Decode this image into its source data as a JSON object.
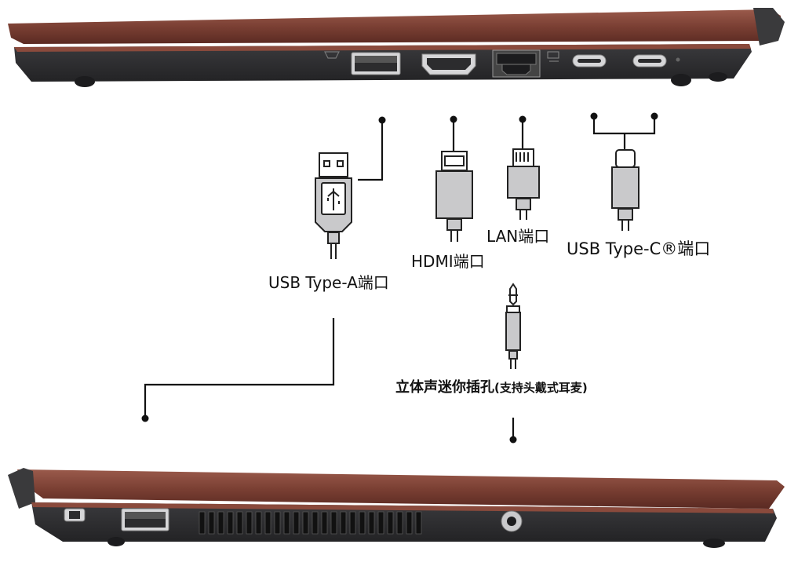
{
  "labels": {
    "usb_type_a": "USB Type-A端口",
    "hdmi": "HDMI端口",
    "lan": "LAN端口",
    "usb_type_c": "USB Type-C®端口",
    "audio_main": "立体声迷你插孔",
    "audio_sub": "(支持头戴式耳麦)"
  },
  "colors": {
    "chassis_copper": "#7a3f33",
    "chassis_dark": "#2f2f31",
    "port_gray": "#cfcfd1",
    "connector_fill": "#c9c9cb",
    "line": "#111111"
  }
}
